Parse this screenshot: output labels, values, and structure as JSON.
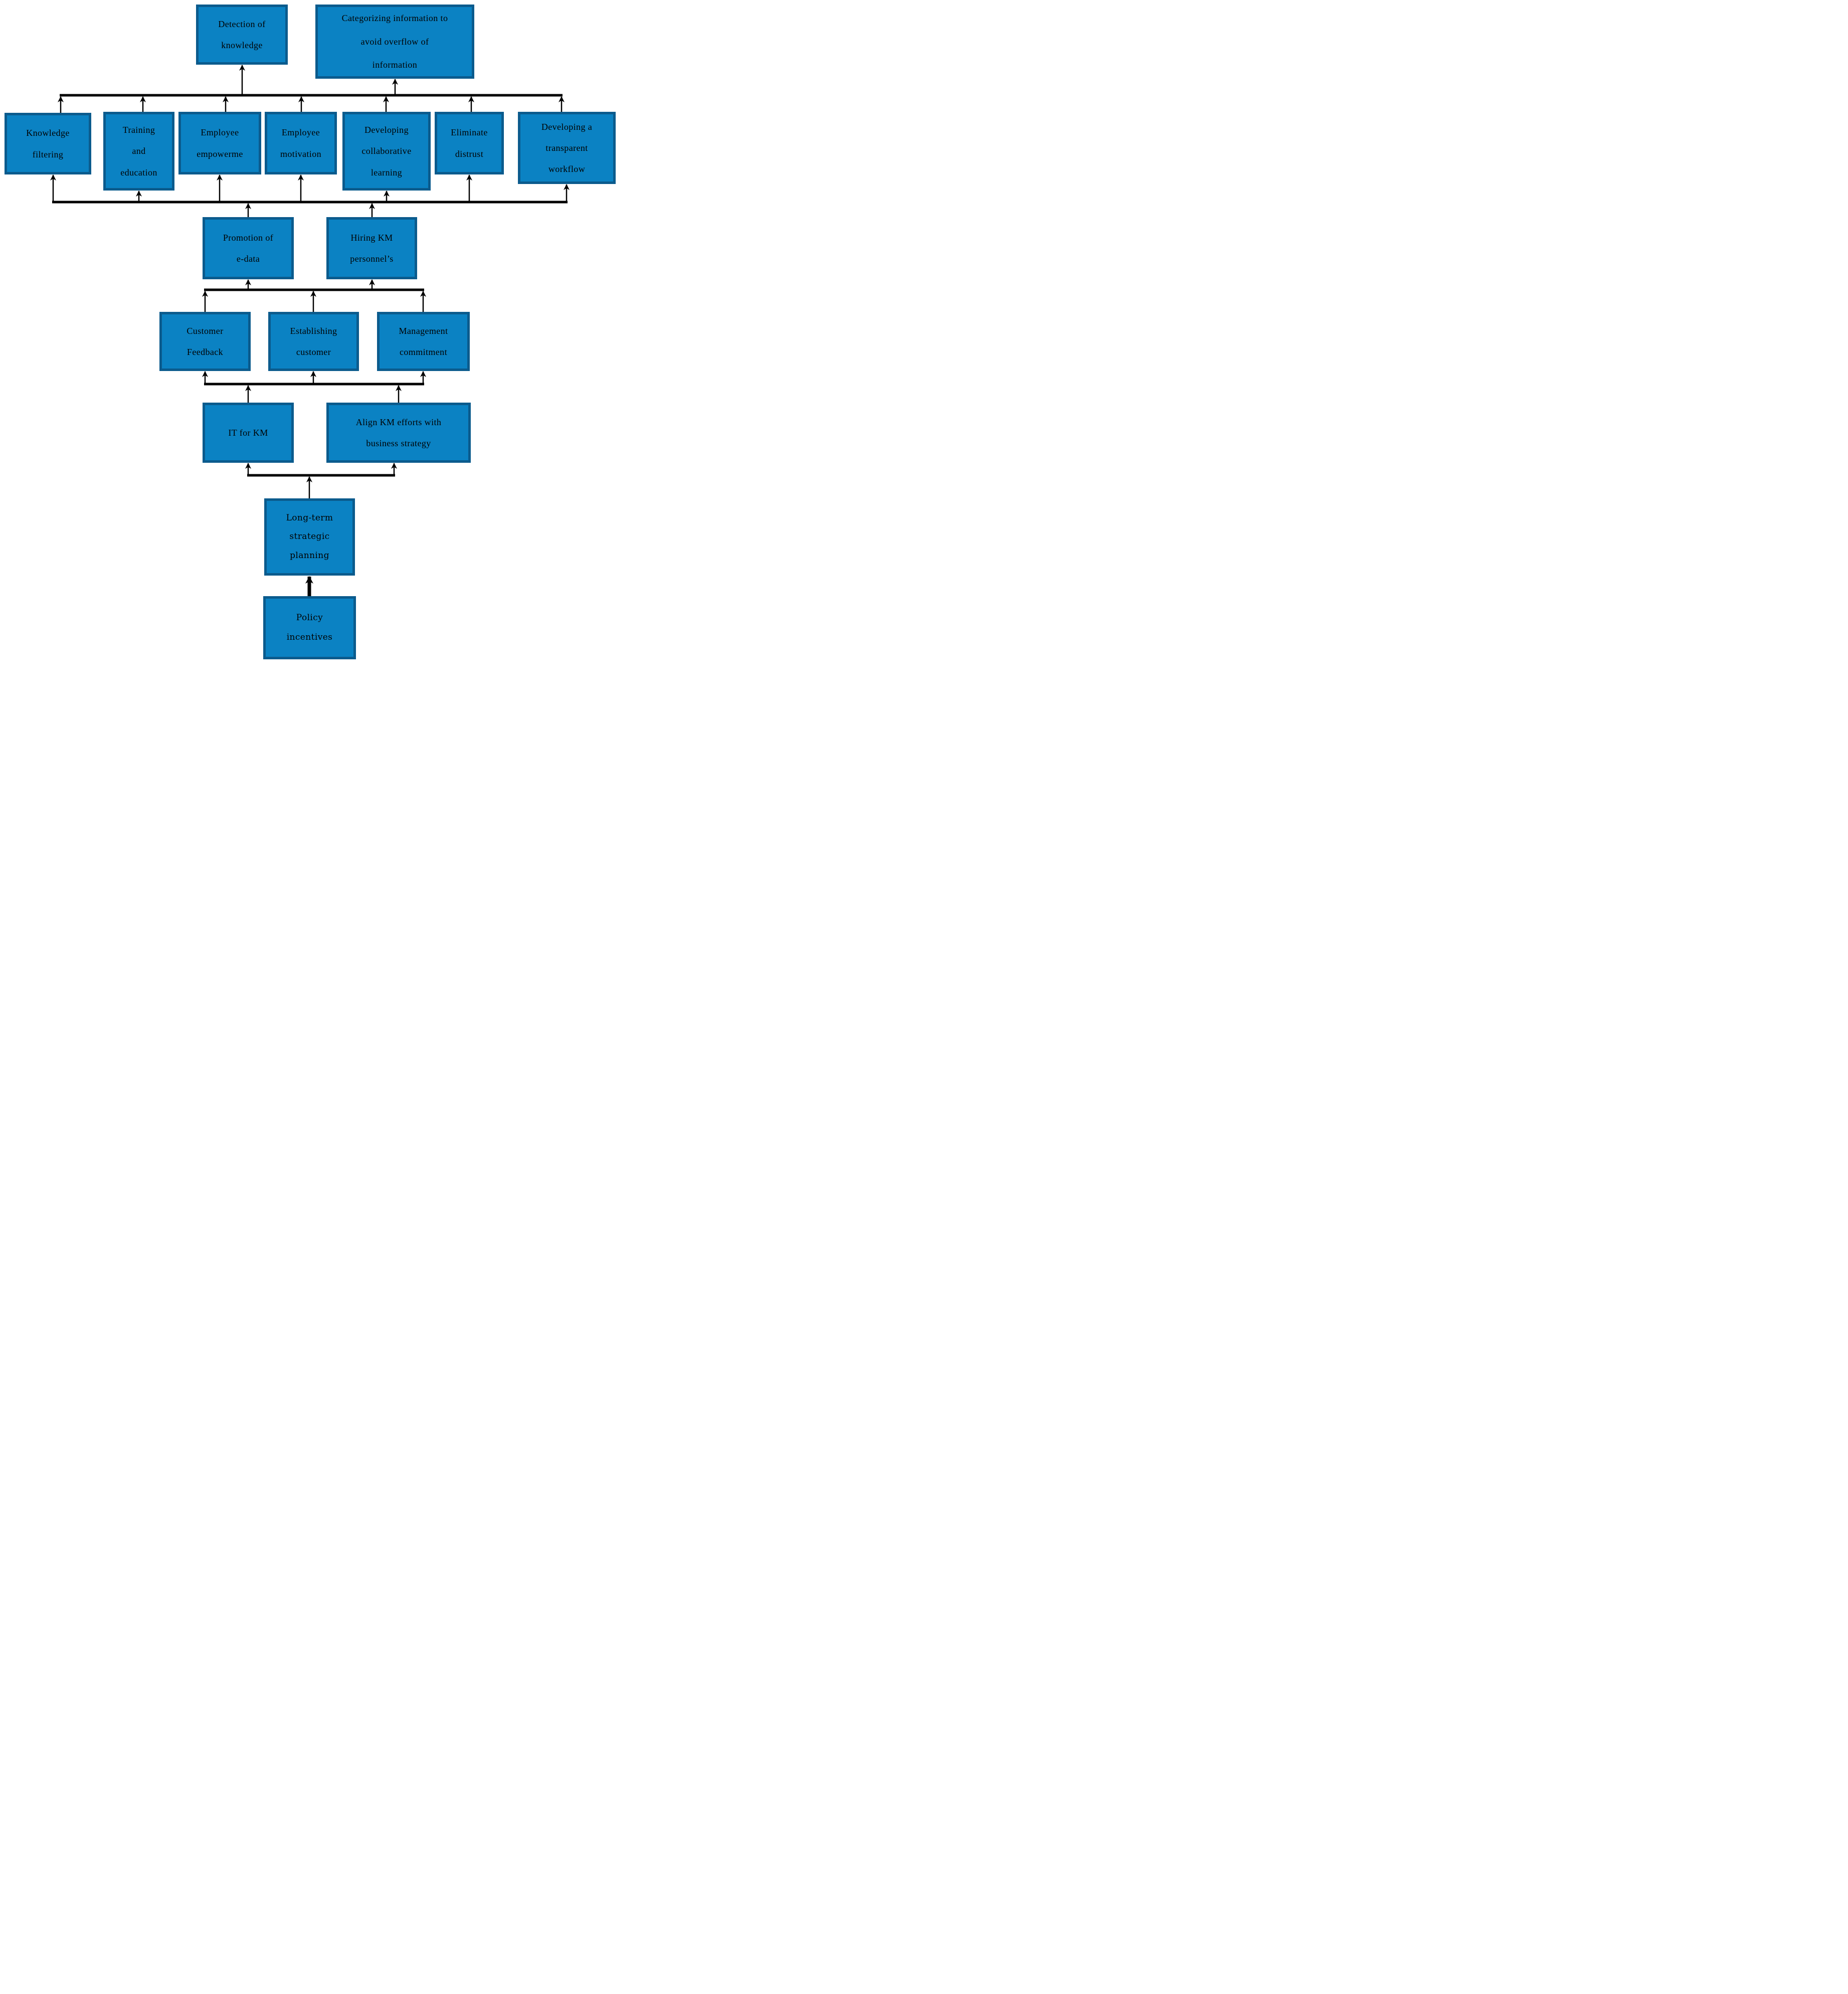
{
  "diagram": {
    "type": "hierarchical-flowchart",
    "direction": "bottom-to-top",
    "colors": {
      "box_fill": "#0b82c3",
      "box_border": "#0b5b8d",
      "connector": "#000000",
      "text": "#000000",
      "background": "#ffffff"
    },
    "nodes": {
      "detection": {
        "lines": [
          "Detection of",
          "knowledge"
        ]
      },
      "categorizing": {
        "lines": [
          "Categorizing information to",
          "avoid overflow of",
          "information"
        ]
      },
      "knowledge_filtering": {
        "lines": [
          "Knowledge",
          "filtering"
        ]
      },
      "training_education": {
        "lines": [
          "Training",
          "and",
          "education"
        ]
      },
      "employee_empowerme": {
        "lines": [
          "Employee",
          "empowerme"
        ]
      },
      "employee_motivation": {
        "lines": [
          "Employee",
          "motivation"
        ]
      },
      "collaborative_learning": {
        "lines": [
          "Developing",
          "collaborative",
          "learning"
        ]
      },
      "eliminate_distrust": {
        "lines": [
          "Eliminate",
          "distrust"
        ]
      },
      "transparent_workflow": {
        "lines": [
          "Developing a",
          "transparent",
          "workflow"
        ]
      },
      "promotion_edata": {
        "lines": [
          "Promotion of",
          "e-data"
        ]
      },
      "hiring_km": {
        "lines": [
          "Hiring KM",
          "personnel’s"
        ]
      },
      "customer_feedback": {
        "lines": [
          "Customer",
          "Feedback"
        ]
      },
      "establishing_customer": {
        "lines": [
          "Establishing",
          "customer"
        ]
      },
      "management_commitment": {
        "lines": [
          "Management",
          "commitment"
        ]
      },
      "it_for_km": {
        "lines": [
          "IT for KM"
        ]
      },
      "align_km": {
        "lines": [
          "Align KM efforts with",
          "business strategy"
        ]
      },
      "long_term": {
        "lines": [
          "Long-term",
          "strategic",
          "planning"
        ]
      },
      "policy_incentives": {
        "lines": [
          "Policy",
          "incentives"
        ]
      }
    },
    "flows": [
      {
        "from": [
          "knowledge_filtering",
          "training_education",
          "employee_empowerme",
          "employee_motivation",
          "collaborative_learning",
          "eliminate_distrust",
          "transparent_workflow"
        ],
        "to": [
          "detection",
          "categorizing"
        ]
      },
      {
        "from": [
          "promotion_edata",
          "hiring_km"
        ],
        "to": [
          "knowledge_filtering",
          "training_education",
          "employee_empowerme",
          "employee_motivation",
          "collaborative_learning",
          "eliminate_distrust",
          "transparent_workflow"
        ]
      },
      {
        "from": [
          "customer_feedback",
          "establishing_customer",
          "management_commitment"
        ],
        "to": [
          "promotion_edata",
          "hiring_km"
        ]
      },
      {
        "from": [
          "it_for_km",
          "align_km"
        ],
        "to": [
          "customer_feedback",
          "establishing_customer",
          "management_commitment"
        ]
      },
      {
        "from": [
          "long_term"
        ],
        "to": [
          "it_for_km",
          "align_km"
        ]
      },
      {
        "from": [
          "policy_incentives"
        ],
        "to": [
          "long_term"
        ]
      }
    ]
  }
}
